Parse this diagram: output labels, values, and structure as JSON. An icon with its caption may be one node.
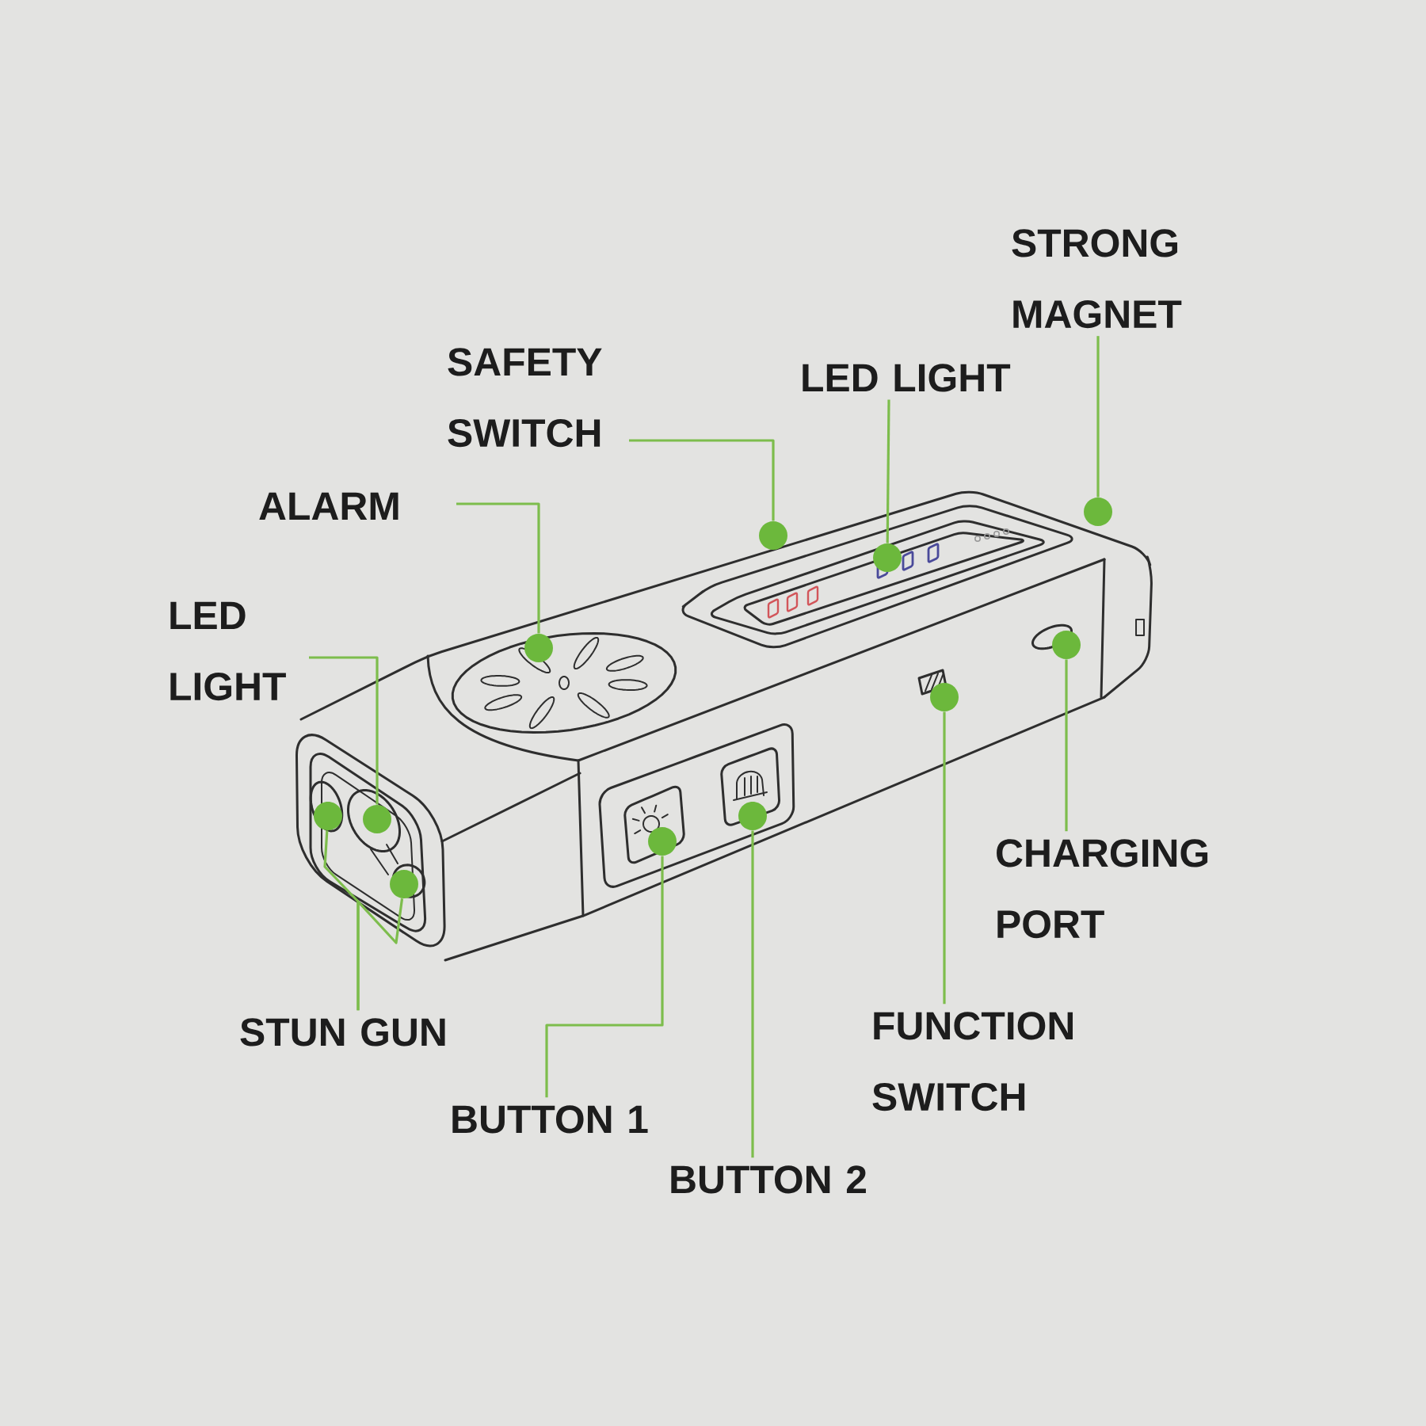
{
  "diagram": {
    "nodes": [
      {
        "text": [
          "STRONG MAGNET"
        ]
      },
      {
        "text": [
          "SAFETY SWITCH"
        ]
      },
      {
        "text": [
          "LED LIGHT"
        ]
      },
      {
        "text": [
          "ALARM"
        ]
      },
      {
        "text": [
          "LED LIGHT"
        ]
      },
      {
        "text": [
          "CHARGING PORT"
        ]
      },
      {
        "text": [
          "STUN GUN"
        ]
      },
      {
        "text": [
          "FUNCTION SWITCH"
        ]
      },
      {
        "text": [
          "BUTTON 1"
        ]
      },
      {
        "text": [
          "BUTTON 2"
        ]
      },
      {
        "text": [],
        "shape": "circle"
      },
      {
        "text": [],
        "shape": "circle"
      },
      {
        "text": [],
        "shape": "circle"
      },
      {
        "text": [],
        "shape": "circle"
      },
      {
        "text": [],
        "shape": "circle"
      },
      {
        "text": [],
        "shape": "circle"
      },
      {
        "text": [],
        "shape": "circle"
      },
      {
        "text": [],
        "shape": "circle"
      },
      {
        "text": [],
        "shape": "circle"
      },
      {
        "text": [],
        "shape": "circle"
      },
      {
        "text": [],
        "shape": "circle"
      }
    ],
    "edges": [
      {
        "from": 0,
        "to": 10,
        "arrow": "none"
      },
      {
        "from": 1,
        "to": 11,
        "arrow": "none"
      },
      {
        "from": 2,
        "to": 12,
        "arrow": "none"
      },
      {
        "from": 3,
        "to": 13,
        "arrow": "none"
      },
      {
        "from": 4,
        "to": 14,
        "arrow": "none"
      },
      {
        "from": 5,
        "to": 15,
        "arrow": "none"
      },
      {
        "from": 6,
        "to": 16,
        "arrow": "none"
      },
      {
        "from": 6,
        "to": 17,
        "arrow": "none"
      },
      {
        "from": 7,
        "to": 18,
        "arrow": "none"
      },
      {
        "from": 8,
        "to": 19,
        "arrow": "none"
      },
      {
        "from": 9,
        "to": 20,
        "arrow": "none"
      }
    ]
  }
}
